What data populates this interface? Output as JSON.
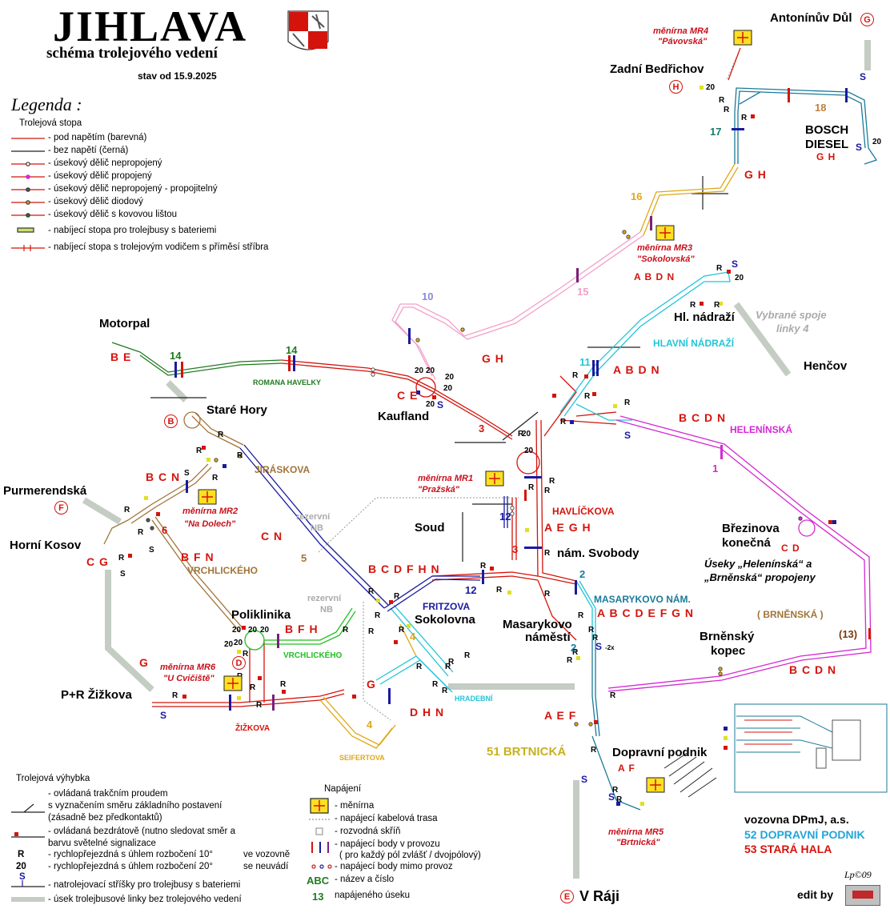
{
  "header": {
    "title": "JIHLAVA",
    "subtitle": "schéma trolejového vedení",
    "valid_from": "stav od 15.9.2025"
  },
  "legend": {
    "heading": "Legenda :",
    "group_trolley": "Trolejová stopa",
    "items": [
      "- pod napětím (barevná)",
      "- bez napětí (černá)",
      "- úsekový dělič nepropojený",
      "- úsekový dělič propojený",
      "- úsekový dělič nepropojený - propojitelný",
      "- úsekový dělič diodový",
      "- úsekový dělič s kovovou lištou",
      "- nabíjecí stopa pro trolejbusy s bateriemi",
      "- nabíjecí stopa s trolejovým vodičem s příměsí stříbra"
    ],
    "group_switch": "Trolejová výhybka",
    "switch_items": [
      "- ovládaná trakčním proudem",
      "s vyznačením směru základního postavení",
      "(zásadně bez předkontaktů)",
      "- ovládaná bezdrátově (nutno sledovat směr a",
      "barvu světelné signalizace",
      "- rychlopřejezdná s úhlem rozbočení 10°",
      "- rychlopřejezdná s úhlem rozbočení 20°",
      "- natrolejovací stříšky pro trolejbusy s bateriemi",
      "- úsek trolejbusové linky bez trolejového vedení"
    ],
    "switch_symbols": [
      "R",
      "20",
      "S"
    ],
    "switch_brace_1": "ve vozovně",
    "switch_brace_2": "se neuvádí",
    "group_power": "Napájení",
    "power_items": [
      "- měnírna",
      "- napájecí kabelová trasa",
      "- rozvodná skříň",
      "- napájecí body v provozu",
      "( pro každý pól zvlášť / dvojpólový)",
      "- napájecí body mimo provoz",
      "- název a číslo",
      "napájeného úseku"
    ],
    "power_abc": "ABC",
    "power_13": "13"
  },
  "stops": [
    {
      "id": "antoninuv-dul",
      "label": "Antonínův Důl"
    },
    {
      "id": "zadni-bedrichov",
      "label": "Zadní Bedřichov"
    },
    {
      "id": "bosch",
      "label": "BOSCH"
    },
    {
      "id": "diesel",
      "label": "DIESEL"
    },
    {
      "id": "hl-nadrazi",
      "label": "Hl. nádraží"
    },
    {
      "id": "hencov",
      "label": "Henčov"
    },
    {
      "id": "motorpal",
      "label": "Motorpal"
    },
    {
      "id": "stare-hory",
      "label": "Staré Hory"
    },
    {
      "id": "kaufland",
      "label": "Kaufland"
    },
    {
      "id": "purmerendska",
      "label": "Purmerendská"
    },
    {
      "id": "horni-kosov",
      "label": "Horní Kosov"
    },
    {
      "id": "soud",
      "label": "Soud"
    },
    {
      "id": "nam-svobody",
      "label": "nám. Svobody"
    },
    {
      "id": "brezinova",
      "label": "Březinova"
    },
    {
      "id": "konecna",
      "label": "konečná"
    },
    {
      "id": "poliklinika",
      "label": "Poliklinika"
    },
    {
      "id": "sokolovna",
      "label": "Sokolovna"
    },
    {
      "id": "masarykovo1",
      "label": "Masarykovo"
    },
    {
      "id": "masarykovo2",
      "label": "náměstí"
    },
    {
      "id": "brnensky1",
      "label": "Brněnský"
    },
    {
      "id": "brnensky2",
      "label": "kopec"
    },
    {
      "id": "pr-zizkova",
      "label": "P+R Žižkova"
    },
    {
      "id": "dopravni-podnik",
      "label": "Dopravní podnik"
    },
    {
      "id": "v-raji",
      "label": "V Ráji"
    }
  ],
  "routes": [
    {
      "id": "gh-top",
      "label": "G H"
    },
    {
      "id": "abdn-top",
      "label": "A B D N"
    },
    {
      "id": "abdn-hl",
      "label": "A B D N"
    },
    {
      "id": "gh-mid",
      "label": "G H"
    },
    {
      "id": "ce",
      "label": "C E"
    },
    {
      "id": "b-stare",
      "label": "B"
    },
    {
      "id": "be",
      "label": "B E"
    },
    {
      "id": "bcn",
      "label": "B C N"
    },
    {
      "id": "cn",
      "label": "C N"
    },
    {
      "id": "bfn",
      "label": "B F N"
    },
    {
      "id": "f",
      "label": "F"
    },
    {
      "id": "cg",
      "label": "C G"
    },
    {
      "id": "bcdfhn",
      "label": "B C D F H N"
    },
    {
      "id": "aegh",
      "label": "A E G H"
    },
    {
      "id": "bcdn-top",
      "label": "B C D N"
    },
    {
      "id": "bcdn-bot",
      "label": "B C D N"
    },
    {
      "id": "abcdefgn",
      "label": "A B C D E F G N"
    },
    {
      "id": "cd",
      "label": "C D"
    },
    {
      "id": "bfh",
      "label": "B F H"
    },
    {
      "id": "d",
      "label": "D"
    },
    {
      "id": "g-left",
      "label": "G"
    },
    {
      "id": "g-mid",
      "label": "G"
    },
    {
      "id": "dhn",
      "label": "D H N"
    },
    {
      "id": "aef",
      "label": "A E F"
    },
    {
      "id": "af",
      "label": "A F"
    },
    {
      "id": "e",
      "label": "E"
    },
    {
      "id": "gh-bosch",
      "label": "G H"
    },
    {
      "id": "h-zb",
      "label": "H"
    }
  ],
  "streets": [
    {
      "id": "romana-havelky",
      "label": "ROMANA HAVELKY",
      "color": "#1f7a1f"
    },
    {
      "id": "jiraskova",
      "label": "JIRÁSKOVA",
      "color": "#a0743a"
    },
    {
      "id": "vrchlickeho1",
      "label": "VRCHLICKÉHO",
      "color": "#a0743a"
    },
    {
      "id": "vrchlickeho2",
      "label": "VRCHLICKÉHO",
      "color": "#1fbf1f"
    },
    {
      "id": "havlickova",
      "label": "HAVLÍČKOVA",
      "color": "#d4140c"
    },
    {
      "id": "fritzova",
      "label": "FRITZOVA",
      "color": "#1a1aa0"
    },
    {
      "id": "hlavni-nadrazi",
      "label": "HLAVNÍ NÁDRAŽÍ",
      "color": "#23c4d8"
    },
    {
      "id": "heleninska",
      "label": "HELENÍNSKÁ",
      "color": "#d42ad4"
    },
    {
      "id": "masarykovo-nam",
      "label": "MASARYKOVO NÁM.",
      "color": "#1a7a9a"
    },
    {
      "id": "brnenska",
      "label": "( BRNĚNSKÁ )",
      "color": "#a0743a"
    },
    {
      "id": "hradebni",
      "label": "HRADEBNÍ",
      "color": "#23c4d8"
    },
    {
      "id": "zizkova",
      "label": "ŽIŽKOVA",
      "color": "#d4140c"
    },
    {
      "id": "seifertova",
      "label": "SEIFERTOVA",
      "color": "#e0a818"
    },
    {
      "id": "brtnicka",
      "label": "51 BRTNICKÁ",
      "color": "#c8b020"
    }
  ],
  "substations": [
    {
      "id": "mr4",
      "line1": "měnírna MR4",
      "line2": "\"Pávovská\""
    },
    {
      "id": "mr3",
      "line1": "měnírna MR3",
      "line2": "\"Sokolovská\""
    },
    {
      "id": "mr1",
      "line1": "měnírna MR1",
      "line2": "\"Pražská\""
    },
    {
      "id": "mr2",
      "line1": "měnírna MR2",
      "line2": "\"Na Dolech\""
    },
    {
      "id": "mr6",
      "line1": "měnírna MR6",
      "line2": "\"U Cvičiště\""
    },
    {
      "id": "mr5",
      "line1": "měnírna MR5",
      "line2": "\"Brtnická\""
    }
  ],
  "section_numbers": [
    {
      "id": "n1",
      "label": "1",
      "color": "#d42ad4"
    },
    {
      "id": "n2a",
      "label": "2",
      "color": "#1a7a9a"
    },
    {
      "id": "n2b",
      "label": "2",
      "color": "#1a7a9a"
    },
    {
      "id": "n3a",
      "label": "3",
      "color": "#d4140c"
    },
    {
      "id": "n3b",
      "label": "3",
      "color": "#d4140c"
    },
    {
      "id": "n4a",
      "label": "4",
      "color": "#e0a818"
    },
    {
      "id": "n4b",
      "label": "4",
      "color": "#e0a818"
    },
    {
      "id": "n5",
      "label": "5",
      "color": "#a0743a"
    },
    {
      "id": "n6",
      "label": "6",
      "color": "#d4140c"
    },
    {
      "id": "n10",
      "label": "10",
      "color": "#8a8ad8"
    },
    {
      "id": "n11",
      "label": "11",
      "color": "#23c4d8"
    },
    {
      "id": "n12a",
      "label": "12",
      "color": "#1a1aa0"
    },
    {
      "id": "n12b",
      "label": "12",
      "color": "#1a1aa0"
    },
    {
      "id": "n13",
      "label": "(13)",
      "color": "#7a3a10"
    },
    {
      "id": "n14a",
      "label": "14",
      "color": "#1f7a1f"
    },
    {
      "id": "n14b",
      "label": "14",
      "color": "#1f7a1f"
    },
    {
      "id": "n15",
      "label": "15",
      "color": "#f2a0c8"
    },
    {
      "id": "n16",
      "label": "16",
      "color": "#e0a818"
    },
    {
      "id": "n17",
      "label": "17",
      "color": "#1a7a6a"
    },
    {
      "id": "n18",
      "label": "18",
      "color": "#c08040"
    }
  ],
  "notes": {
    "rezervni1a": "rezervní",
    "rezervni1b": "NB",
    "rezervni2a": "rezervní",
    "rezervni2b": "NB",
    "vybrane1": "Vybrané spoje",
    "vybrane2": "linky 4",
    "useky1": "Úseky „Helenínská“ a",
    "useky2": "„Brněnská“ propojeny"
  },
  "depot": {
    "name": "vozovna DPmJ, a.s.",
    "line52": "52 DOPRAVNÍ PODNIK",
    "line53": "53 STARÁ HALA"
  },
  "credits": {
    "signature": "Lp©09",
    "edit": "edit by"
  },
  "colors": {
    "red": "#d4140c",
    "cyan": "#23c4d8",
    "magenta": "#d42ad4",
    "blue": "#1a1aa0",
    "green": "#1f7a1f",
    "lightgreen": "#1fbf1f",
    "brown": "#a0743a",
    "yellow": "#e0a818",
    "pink": "#f2a0c8",
    "teal": "#1a7a9a",
    "gray": "#b8bfb8"
  }
}
